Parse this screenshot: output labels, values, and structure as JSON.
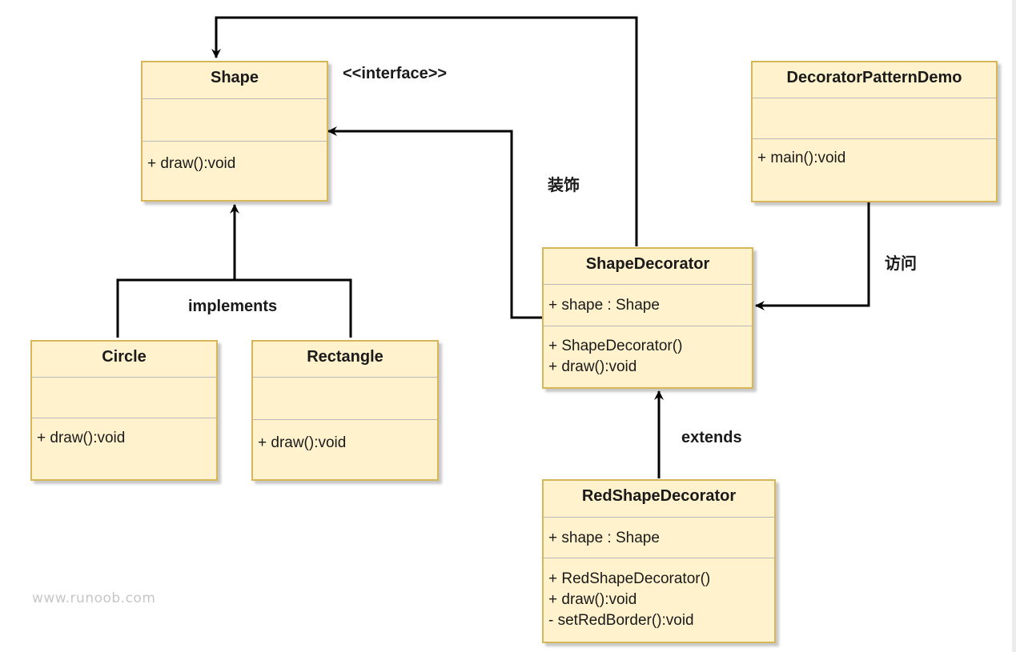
{
  "classes": {
    "shape": {
      "name": "Shape",
      "attributes": [],
      "methods": [
        "+ draw():void"
      ]
    },
    "circle": {
      "name": "Circle",
      "attributes": [],
      "methods": [
        "+ draw():void"
      ]
    },
    "rectangle": {
      "name": "Rectangle",
      "attributes": [],
      "methods": [
        "+ draw():void"
      ]
    },
    "shape_decorator": {
      "name": "ShapeDecorator",
      "attributes": [
        "+ shape : Shape"
      ],
      "methods": [
        "+ ShapeDecorator()",
        "+ draw():void"
      ]
    },
    "red_shape_decorator": {
      "name": "RedShapeDecorator",
      "attributes": [
        "+ shape : Shape"
      ],
      "methods": [
        "+ RedShapeDecorator()",
        "+ draw():void",
        "- setRedBorder():void"
      ]
    },
    "demo": {
      "name": "DecoratorPatternDemo",
      "attributes": [],
      "methods": [
        "+ main():void"
      ]
    }
  },
  "labels": {
    "interface": "<<interface>>",
    "implements": "implements",
    "decorate": "装饰",
    "access": "访问",
    "extends": "extends"
  },
  "watermark": "www.runoob.com",
  "colors": {
    "box_fill": "#fff2cc",
    "box_border": "#d6b656",
    "line": "#000000"
  }
}
